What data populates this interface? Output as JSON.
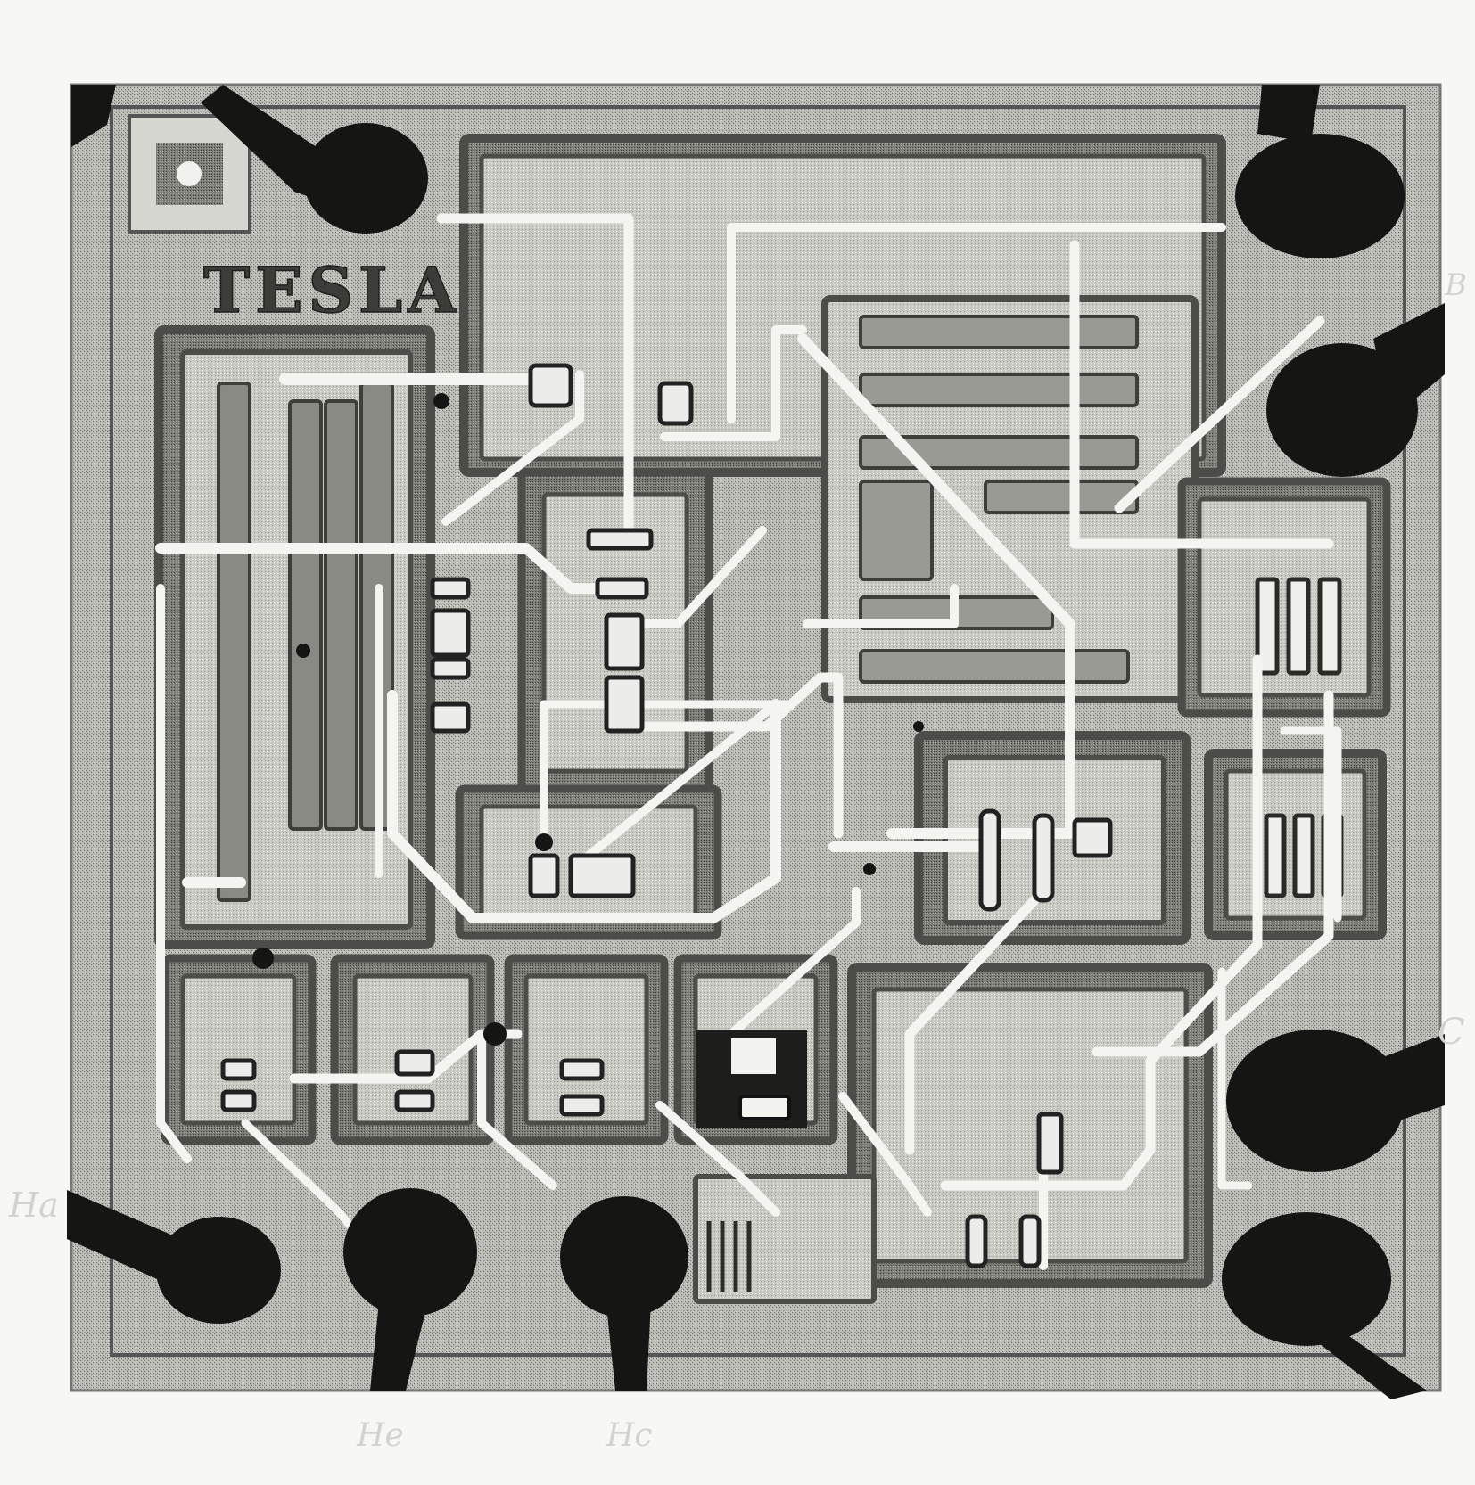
{
  "die": {
    "logo_text": "TESLA"
  },
  "margin_notes": {
    "right_upper": "B",
    "right_lower": "C",
    "left_bottom": "Ha",
    "bottom_a": "He",
    "bottom_b": "Hc"
  },
  "colors": {
    "paper": "#f7f7f5",
    "die_base": "#bdbdb8",
    "metal": "#f2f2ee",
    "oxide_dark": "#5e5e5a",
    "blob": "#141414"
  }
}
